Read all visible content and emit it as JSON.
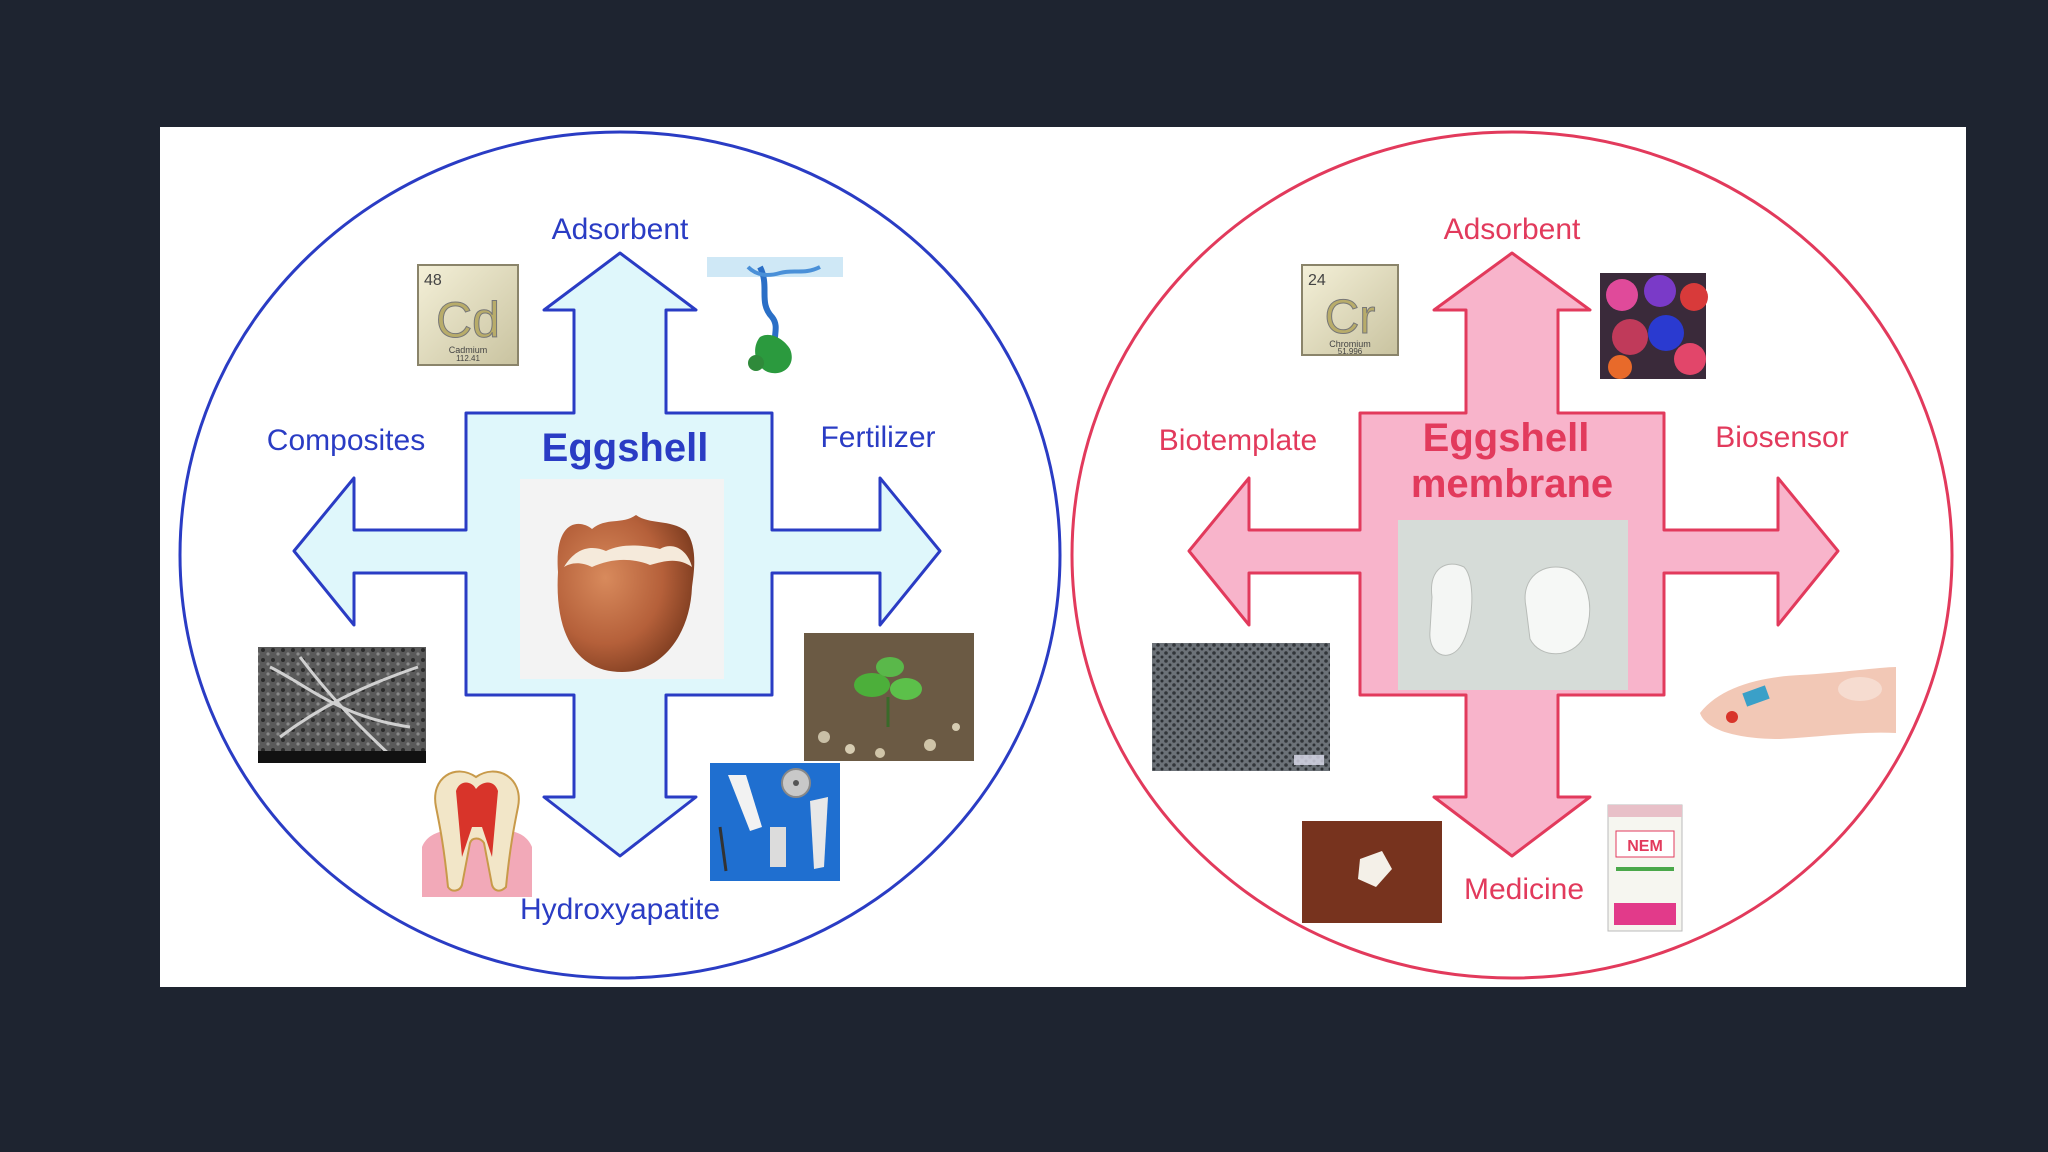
{
  "left": {
    "title": "Eggshell",
    "top_label": "Adsorbent",
    "left_label": "Composites",
    "right_label": "Fertilizer",
    "bottom_label": "Hydroxyapatite",
    "element_tile": {
      "number": "48",
      "symbol": "Cd",
      "name": "Cadmium",
      "mass": "112.41"
    },
    "color": "#2a3cc4",
    "arrow_fill": "#dff7fb"
  },
  "right": {
    "title_line1": "Eggshell",
    "title_line2": "membrane",
    "top_label": "Adsorbent",
    "left_label": "Biotemplate",
    "right_label": "Biosensor",
    "bottom_label": "Medicine",
    "element_tile": {
      "number": "24",
      "symbol": "Cr",
      "name": "Chromium",
      "mass": "51.996"
    },
    "product_box": {
      "text": "NEM"
    },
    "color": "#e23a5c",
    "arrow_fill": "#f8b4cb"
  },
  "icons": {
    "egg": "broken-egg-icon",
    "membrane": "eggshell-membrane-pieces-icon",
    "tooth": "tooth-icon",
    "sem": "sem-micrograph-icon",
    "plant": "seedling-icon",
    "implant": "bone-implant-icon",
    "ink": "dye-in-water-icon",
    "pigments": "colored-powders-icon",
    "finger": "finger-sensor-icon",
    "wound": "wound-dressing-icon"
  }
}
